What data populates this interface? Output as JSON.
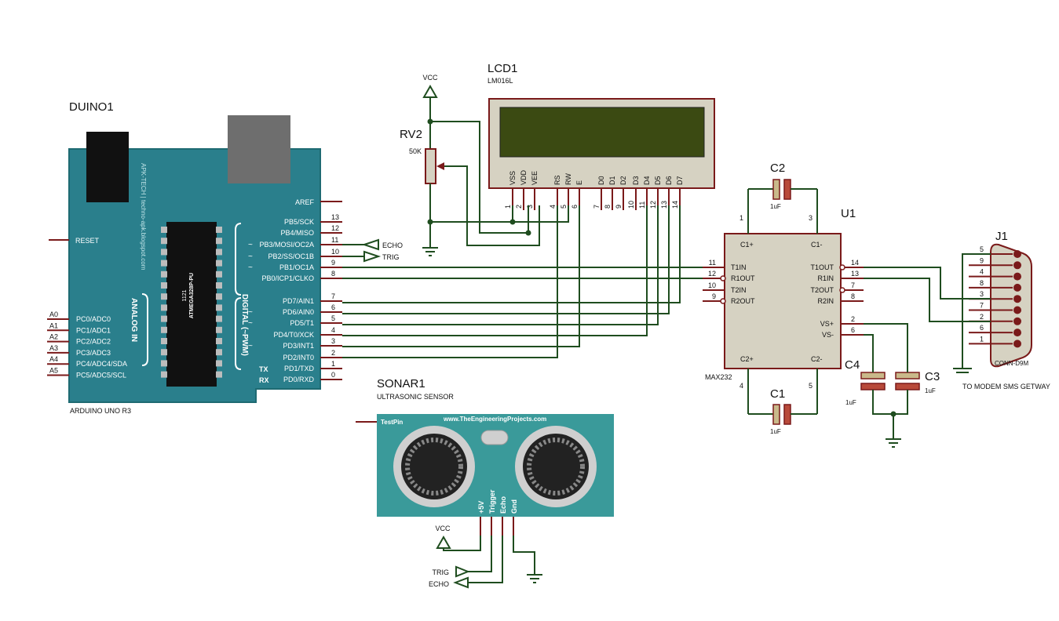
{
  "arduino": {
    "ref": "DUINO1",
    "model": "ARDUINO UNO R3",
    "brand": "APK-TECH | techno-apk.blogspot.com",
    "chip_name": "ATMEGA328P-PU",
    "chip_code": "1121",
    "analog_heading": "ANALOG IN",
    "digital_heading": "DIGITAL (~PWM)",
    "tx": "TX",
    "rx": "RX",
    "reset": "RESET",
    "aref": "AREF",
    "right_pins": [
      {
        "name": "PB5/SCK",
        "num": "13",
        "pwm": ""
      },
      {
        "name": "PB4/MISO",
        "num": "12",
        "pwm": ""
      },
      {
        "name": "PB3/MOSI/OC2A",
        "num": "11",
        "pwm": "~"
      },
      {
        "name": "PB2/SS/OC1B",
        "num": "10",
        "pwm": "~"
      },
      {
        "name": "PB1/OC1A",
        "num": "9",
        "pwm": "~"
      },
      {
        "name": "PB0/ICP1/CLKO",
        "num": "8",
        "pwm": ""
      },
      {
        "name": "PD7/AIN1",
        "num": "7",
        "pwm": ""
      },
      {
        "name": "PD6/AIN0",
        "num": "6",
        "pwm": "~"
      },
      {
        "name": "PD5/T1",
        "num": "5",
        "pwm": "~"
      },
      {
        "name": "PD4/T0/XCK",
        "num": "4",
        "pwm": ""
      },
      {
        "name": "PD3/INT1",
        "num": "3",
        "pwm": "~"
      },
      {
        "name": "PD2/INT0",
        "num": "2",
        "pwm": ""
      },
      {
        "name": "PD1/TXD",
        "num": "1",
        "pwm": ""
      },
      {
        "name": "PD0/RXD",
        "num": "0",
        "pwm": ""
      }
    ],
    "analog_pins": [
      {
        "name": "PC0/ADC0",
        "label": "A0"
      },
      {
        "name": "PC1/ADC1",
        "label": "A1"
      },
      {
        "name": "PC2/ADC2",
        "label": "A2"
      },
      {
        "name": "PC3/ADC3",
        "label": "A3"
      },
      {
        "name": "PC4/ADC4/SDA",
        "label": "A4"
      },
      {
        "name": "PC5/ADC5/SCL",
        "label": "A5"
      }
    ],
    "echo_terminal": "ECHO",
    "trig_terminal": "TRIG"
  },
  "lcd": {
    "ref": "LCD1",
    "model": "LM016L",
    "pins": [
      {
        "name": "VSS",
        "num": "1"
      },
      {
        "name": "VDD",
        "num": "2"
      },
      {
        "name": "VEE",
        "num": "3"
      },
      {
        "name": "RS",
        "num": "4"
      },
      {
        "name": "RW",
        "num": "5"
      },
      {
        "name": "E",
        "num": "6"
      },
      {
        "name": "D0",
        "num": "7"
      },
      {
        "name": "D1",
        "num": "8"
      },
      {
        "name": "D2",
        "num": "9"
      },
      {
        "name": "D3",
        "num": "10"
      },
      {
        "name": "D4",
        "num": "11"
      },
      {
        "name": "D5",
        "num": "12"
      },
      {
        "name": "D6",
        "num": "13"
      },
      {
        "name": "D7",
        "num": "14"
      }
    ]
  },
  "rv2": {
    "ref": "RV2",
    "value": "50K",
    "vcc": "VCC"
  },
  "max232": {
    "ref": "U1",
    "model": "MAX232",
    "left_pins": [
      {
        "name": "T1IN",
        "num": "11"
      },
      {
        "name": "R1OUT",
        "num": "12"
      },
      {
        "name": "T2IN",
        "num": "10"
      },
      {
        "name": "R2OUT",
        "num": "9"
      }
    ],
    "right_pins": [
      {
        "name": "T1OUT",
        "num": "14"
      },
      {
        "name": "R1IN",
        "num": "13"
      },
      {
        "name": "T2OUT",
        "num": "7"
      },
      {
        "name": "R2IN",
        "num": "8"
      },
      {
        "name": "VS+",
        "num": "2"
      },
      {
        "name": "VS-",
        "num": "6"
      }
    ],
    "c1p": "C1+",
    "c1p_num": "1",
    "c1m": "C1-",
    "c1m_num": "3",
    "c2p": "C2+",
    "c2p_num": "4",
    "c2m": "C2-",
    "c2m_num": "5"
  },
  "capacitors": {
    "c2": {
      "ref": "C2",
      "value": "1uF"
    },
    "c1": {
      "ref": "C1",
      "value": "1uF"
    },
    "c3": {
      "ref": "C3",
      "value": "1uF"
    },
    "c4": {
      "ref": "C4",
      "value": "1uF"
    }
  },
  "j1": {
    "ref": "J1",
    "model": "CONN-D9M",
    "note": "TO MODEM SMS GETWAY",
    "pins": [
      "5",
      "9",
      "4",
      "8",
      "3",
      "7",
      "2",
      "6",
      "1"
    ]
  },
  "sonar": {
    "ref": "SONAR1",
    "model": "ULTRASONIC SENSOR",
    "site": "www.TheEngineeringProjects.com",
    "testpin": "TestPin",
    "pins": [
      "+5V",
      "Trigger",
      "Echo",
      "Gnd"
    ],
    "vcc": "VCC",
    "trig": "TRIG",
    "echo": "ECHO"
  },
  "colors": {
    "board": "#2a7f8c",
    "wire": "#1f4d1f",
    "pin": "#7a1a1a",
    "chip_body": "#d6d2c2",
    "lcd_screen": "#3b4a12",
    "sonar_board": "#3a9a9a"
  }
}
